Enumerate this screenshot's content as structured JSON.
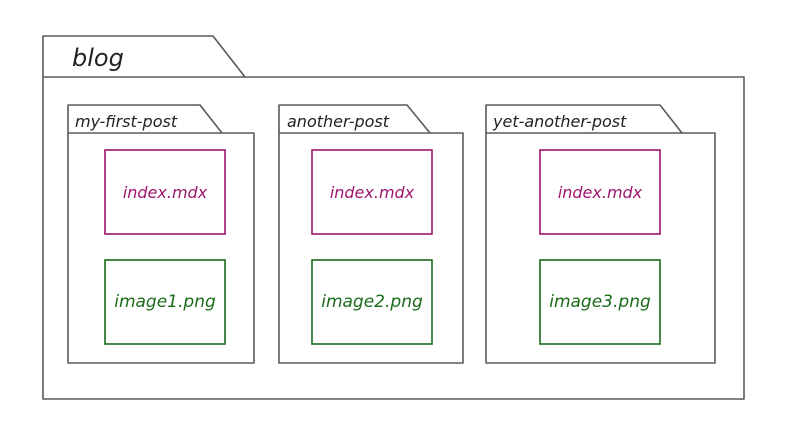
{
  "diagram": {
    "root_folder": {
      "label": "blog",
      "subfolders": [
        {
          "label": "my-first-post",
          "files": [
            {
              "name": "index.mdx",
              "kind": "mdx"
            },
            {
              "name": "image1.png",
              "kind": "png"
            }
          ]
        },
        {
          "label": "another-post",
          "files": [
            {
              "name": "index.mdx",
              "kind": "mdx"
            },
            {
              "name": "image2.png",
              "kind": "png"
            }
          ]
        },
        {
          "label": "yet-another-post",
          "files": [
            {
              "name": "index.mdx",
              "kind": "mdx"
            },
            {
              "name": "image3.png",
              "kind": "png"
            }
          ]
        }
      ]
    },
    "colors": {
      "outline": "#5a5a5a",
      "mdx": "#a0146e",
      "png": "#1a6b1a",
      "text": "#222222",
      "background": "#ffffff"
    }
  }
}
